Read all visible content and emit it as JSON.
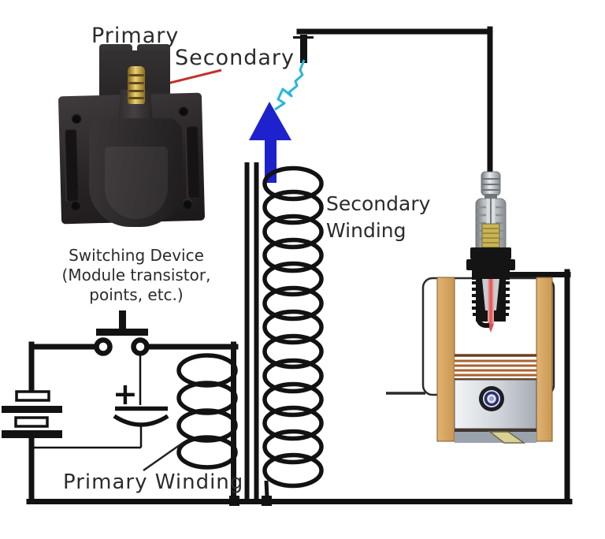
{
  "title": "Ignition coil and spark plug circuit diagram",
  "labels": {
    "primary": "Primary",
    "secondary": "Secondary",
    "switching_line1": "Switching Device",
    "switching_line2": "(Module transistor,",
    "switching_line3": "points, etc.)",
    "secondary_winding_line1": "Secondary",
    "secondary_winding_line2": "Winding",
    "primary_winding": "Primary Winding",
    "capacitor_plus": "+"
  },
  "colors": {
    "wire": "#121212",
    "spark_bolt": "#2ab5dd",
    "spark_arrow": "#1e22cc",
    "pointer_red": "#c0342c",
    "cylinder_tan": "#d8a966",
    "ring_copper": "#a8622f",
    "electrode_pink": "#e05555",
    "insulator_yellow": "#c9b455",
    "text": "#2b2b2b",
    "background": "#ffffff"
  },
  "icons": {
    "battery": "battery-cells-symbol",
    "switch": "pushbutton-switch-symbol",
    "capacitor": "polarized-capacitor-symbol",
    "primary_winding": "coil-loops-4",
    "secondary_winding": "coil-loops-13",
    "core": "iron-core-double-bar",
    "spark": "lightning-bolt",
    "arrow": "up-arrow",
    "spark_plug": "spark-plug",
    "piston": "piston-in-cylinder",
    "coil_photo": "ignition-coil-photograph"
  }
}
